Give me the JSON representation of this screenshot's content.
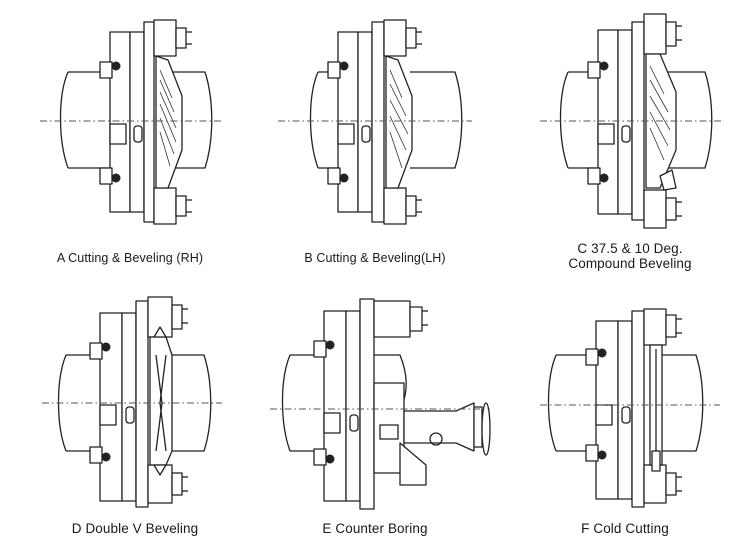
{
  "panels": [
    {
      "id": "a",
      "caption": "A Cutting & Beveling (RH)",
      "operation": "cutting-beveling-rh"
    },
    {
      "id": "b",
      "caption": "B Cutting &  Beveling(LH)",
      "operation": "cutting-beveling-lh"
    },
    {
      "id": "c",
      "caption_lines": [
        "C 37.5 & 10 Deg.",
        "Compound Beveling"
      ],
      "operation": "compound-beveling"
    },
    {
      "id": "d",
      "caption": "D Double V Beveling",
      "operation": "double-v-beveling"
    },
    {
      "id": "e",
      "caption": "E Counter Boring",
      "operation": "counter-boring"
    },
    {
      "id": "f",
      "caption": "F Cold Cutting",
      "operation": "cold-cutting"
    }
  ]
}
